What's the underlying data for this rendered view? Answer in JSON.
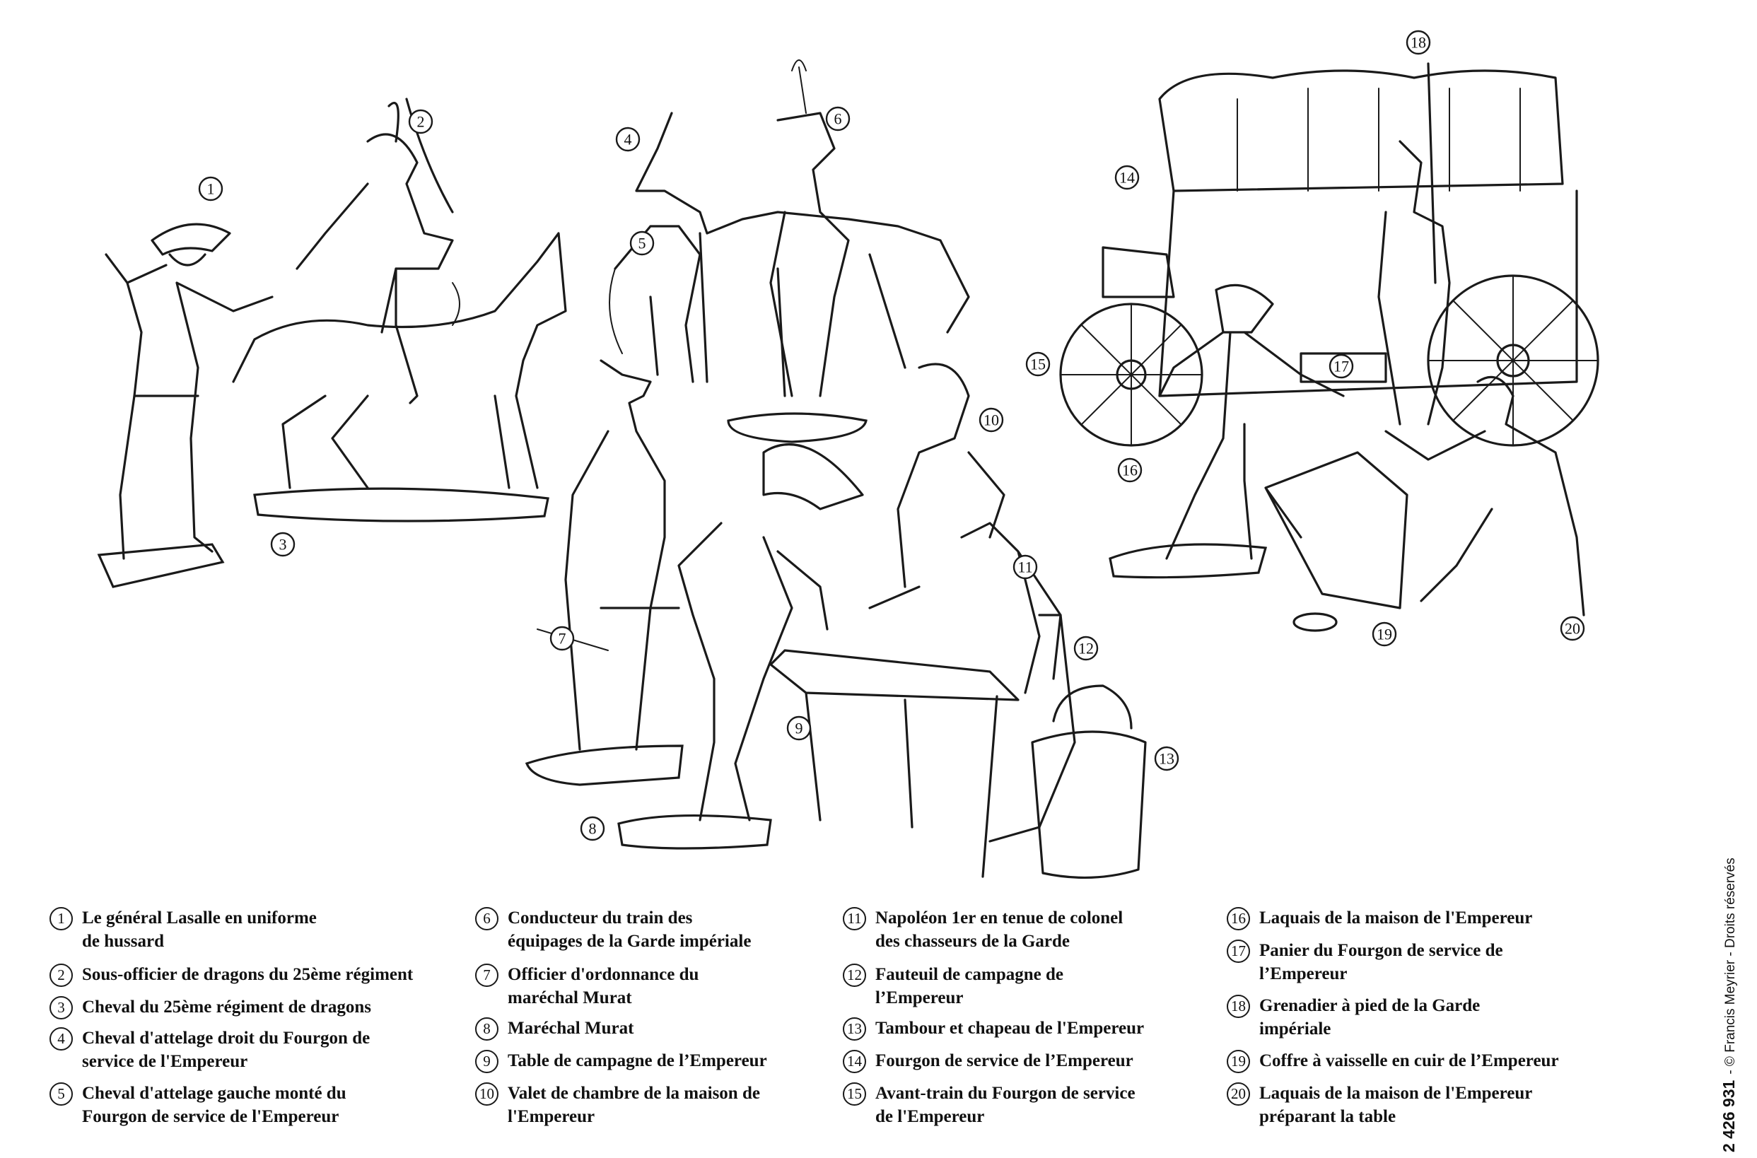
{
  "credit": {
    "catalog_number": "2 426 931",
    "rights": "- © Francis Meyrier - Droits réservés"
  },
  "markers": [
    "1",
    "2",
    "3",
    "4",
    "5",
    "6",
    "7",
    "8",
    "9",
    "10",
    "11",
    "12",
    "13",
    "14",
    "15",
    "16",
    "17",
    "18",
    "19",
    "20"
  ],
  "legend": [
    {
      "num": "1",
      "lines": [
        "Le général Lasalle en uniforme",
        "de hussard"
      ]
    },
    {
      "num": "2",
      "lines": [
        "Sous-officier de dragons du 25ème régiment"
      ]
    },
    {
      "num": "3",
      "lines": [
        "Cheval du 25ème régiment de dragons"
      ]
    },
    {
      "num": "4",
      "lines": [
        "Cheval d'attelage droit du Fourgon de",
        "service de l'Empereur"
      ]
    },
    {
      "num": "5",
      "lines": [
        "Cheval d'attelage gauche monté du",
        "Fourgon de service de l'Empereur"
      ]
    },
    {
      "num": "6",
      "lines": [
        "Conducteur du train des",
        "équipages de la Garde impériale"
      ]
    },
    {
      "num": "7",
      "lines": [
        "Officier d'ordonnance du",
        "maréchal Murat"
      ]
    },
    {
      "num": "8",
      "lines": [
        "Maréchal Murat"
      ]
    },
    {
      "num": "9",
      "lines": [
        "Table de campagne de l’Empereur"
      ]
    },
    {
      "num": "10",
      "lines": [
        "Valet de chambre de la maison de",
        "l'Empereur"
      ]
    },
    {
      "num": "11",
      "lines": [
        "Napoléon 1er en tenue de colonel",
        "des chasseurs de la Garde"
      ]
    },
    {
      "num": "12",
      "lines": [
        "Fauteuil de campagne de",
        "l’Empereur"
      ]
    },
    {
      "num": "13",
      "lines": [
        "Tambour et chapeau de l'Empereur"
      ]
    },
    {
      "num": "14",
      "lines": [
        "Fourgon de service de  l’Empereur"
      ]
    },
    {
      "num": "15",
      "lines": [
        "Avant-train du Fourgon de service",
        "de l'Empereur"
      ]
    },
    {
      "num": "16",
      "lines": [
        "Laquais de la maison de l'Empereur"
      ]
    },
    {
      "num": "17",
      "lines": [
        "Panier du Fourgon de service de",
        "l’Empereur"
      ]
    },
    {
      "num": "18",
      "lines": [
        "Grenadier à pied de la Garde",
        "impériale"
      ]
    },
    {
      "num": "19",
      "lines": [
        "Coffre à vaisselle en cuir de l’Empereur"
      ]
    },
    {
      "num": "20",
      "lines": [
        "Laquais de la maison de l'Empereur",
        "préparant la table"
      ]
    }
  ]
}
